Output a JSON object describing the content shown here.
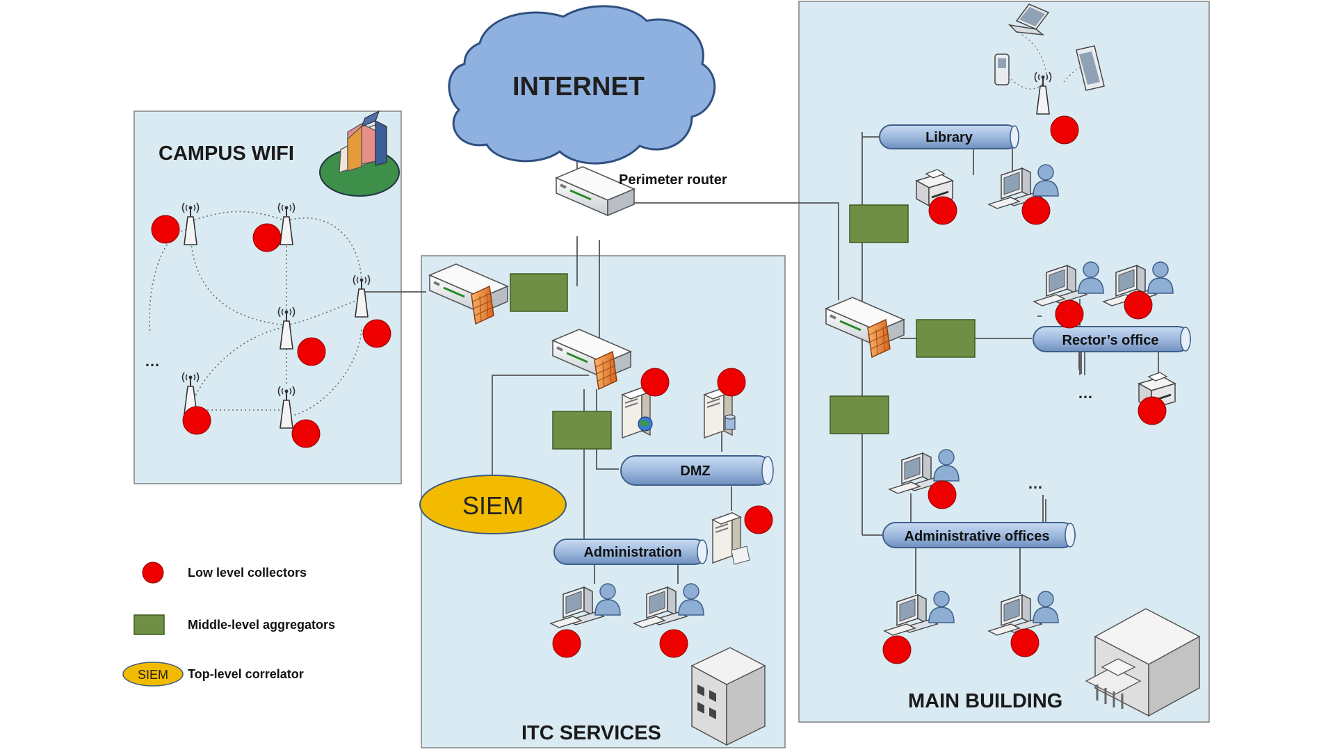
{
  "zones": {
    "campus_wifi": "CAMPUS WIFI",
    "itc_services": "ITC SERVICES",
    "main_building": "MAIN BUILDING"
  },
  "internet": "INTERNET",
  "perimeter_router": "Perimeter router",
  "siem": "SIEM",
  "buses": {
    "library": "Library",
    "rectors_office": "Rector’s office",
    "dmz": "DMZ",
    "administration": "Administration",
    "administrative_offices": "Administrative offices"
  },
  "ellipsis": "…",
  "legend": {
    "collectors": "Low level collectors",
    "aggregators": "Middle-level aggregators",
    "correlator_badge": "SIEM",
    "correlator": "Top-level correlator"
  },
  "colors": {
    "zone_fill": "#daeaf2",
    "collector": "#ee0000",
    "aggregator": "#6f8f45",
    "siem": "#f2bb00",
    "cloud": "#8fb1e0",
    "bus": "#9fbade"
  }
}
